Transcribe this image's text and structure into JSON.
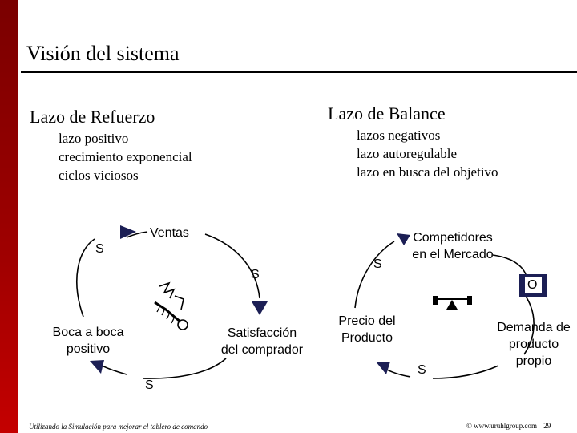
{
  "header": {
    "title": "Visión del sistema"
  },
  "reinforcing": {
    "heading": "Lazo de Refuerzo",
    "lines": [
      "lazo positivo",
      "crecimiento exponencial",
      "ciclos viciosos"
    ],
    "node_sales": "Ventas",
    "node_satisfaction": [
      "Satisfacción",
      "del comprador"
    ],
    "node_word_of_mouth": [
      "Boca a boca",
      "positivo"
    ],
    "link_labels": [
      "S",
      "S",
      "S"
    ],
    "loop_icon": "snowball-icon"
  },
  "balancing": {
    "heading": "Lazo de Balance",
    "lines": [
      "lazos negativos",
      "lazo autoregulable",
      "lazo en busca del objetivo"
    ],
    "node_competitors": [
      "Competidores",
      "en el Mercado"
    ],
    "node_price": [
      "Precio del",
      "Producto"
    ],
    "node_demand": [
      "Demanda de",
      "producto",
      "propio"
    ],
    "link_labels": [
      "S",
      "O",
      "S"
    ],
    "loop_icon": "balance-scale-icon"
  },
  "footer": {
    "left": "Utilizando la Simulación para mejorar el tablero de comando",
    "right": "© www.uruhlgroup.com",
    "page": "29"
  },
  "colors": {
    "accent_bar": "#a00000",
    "arrow_head": "#1c1f55"
  }
}
